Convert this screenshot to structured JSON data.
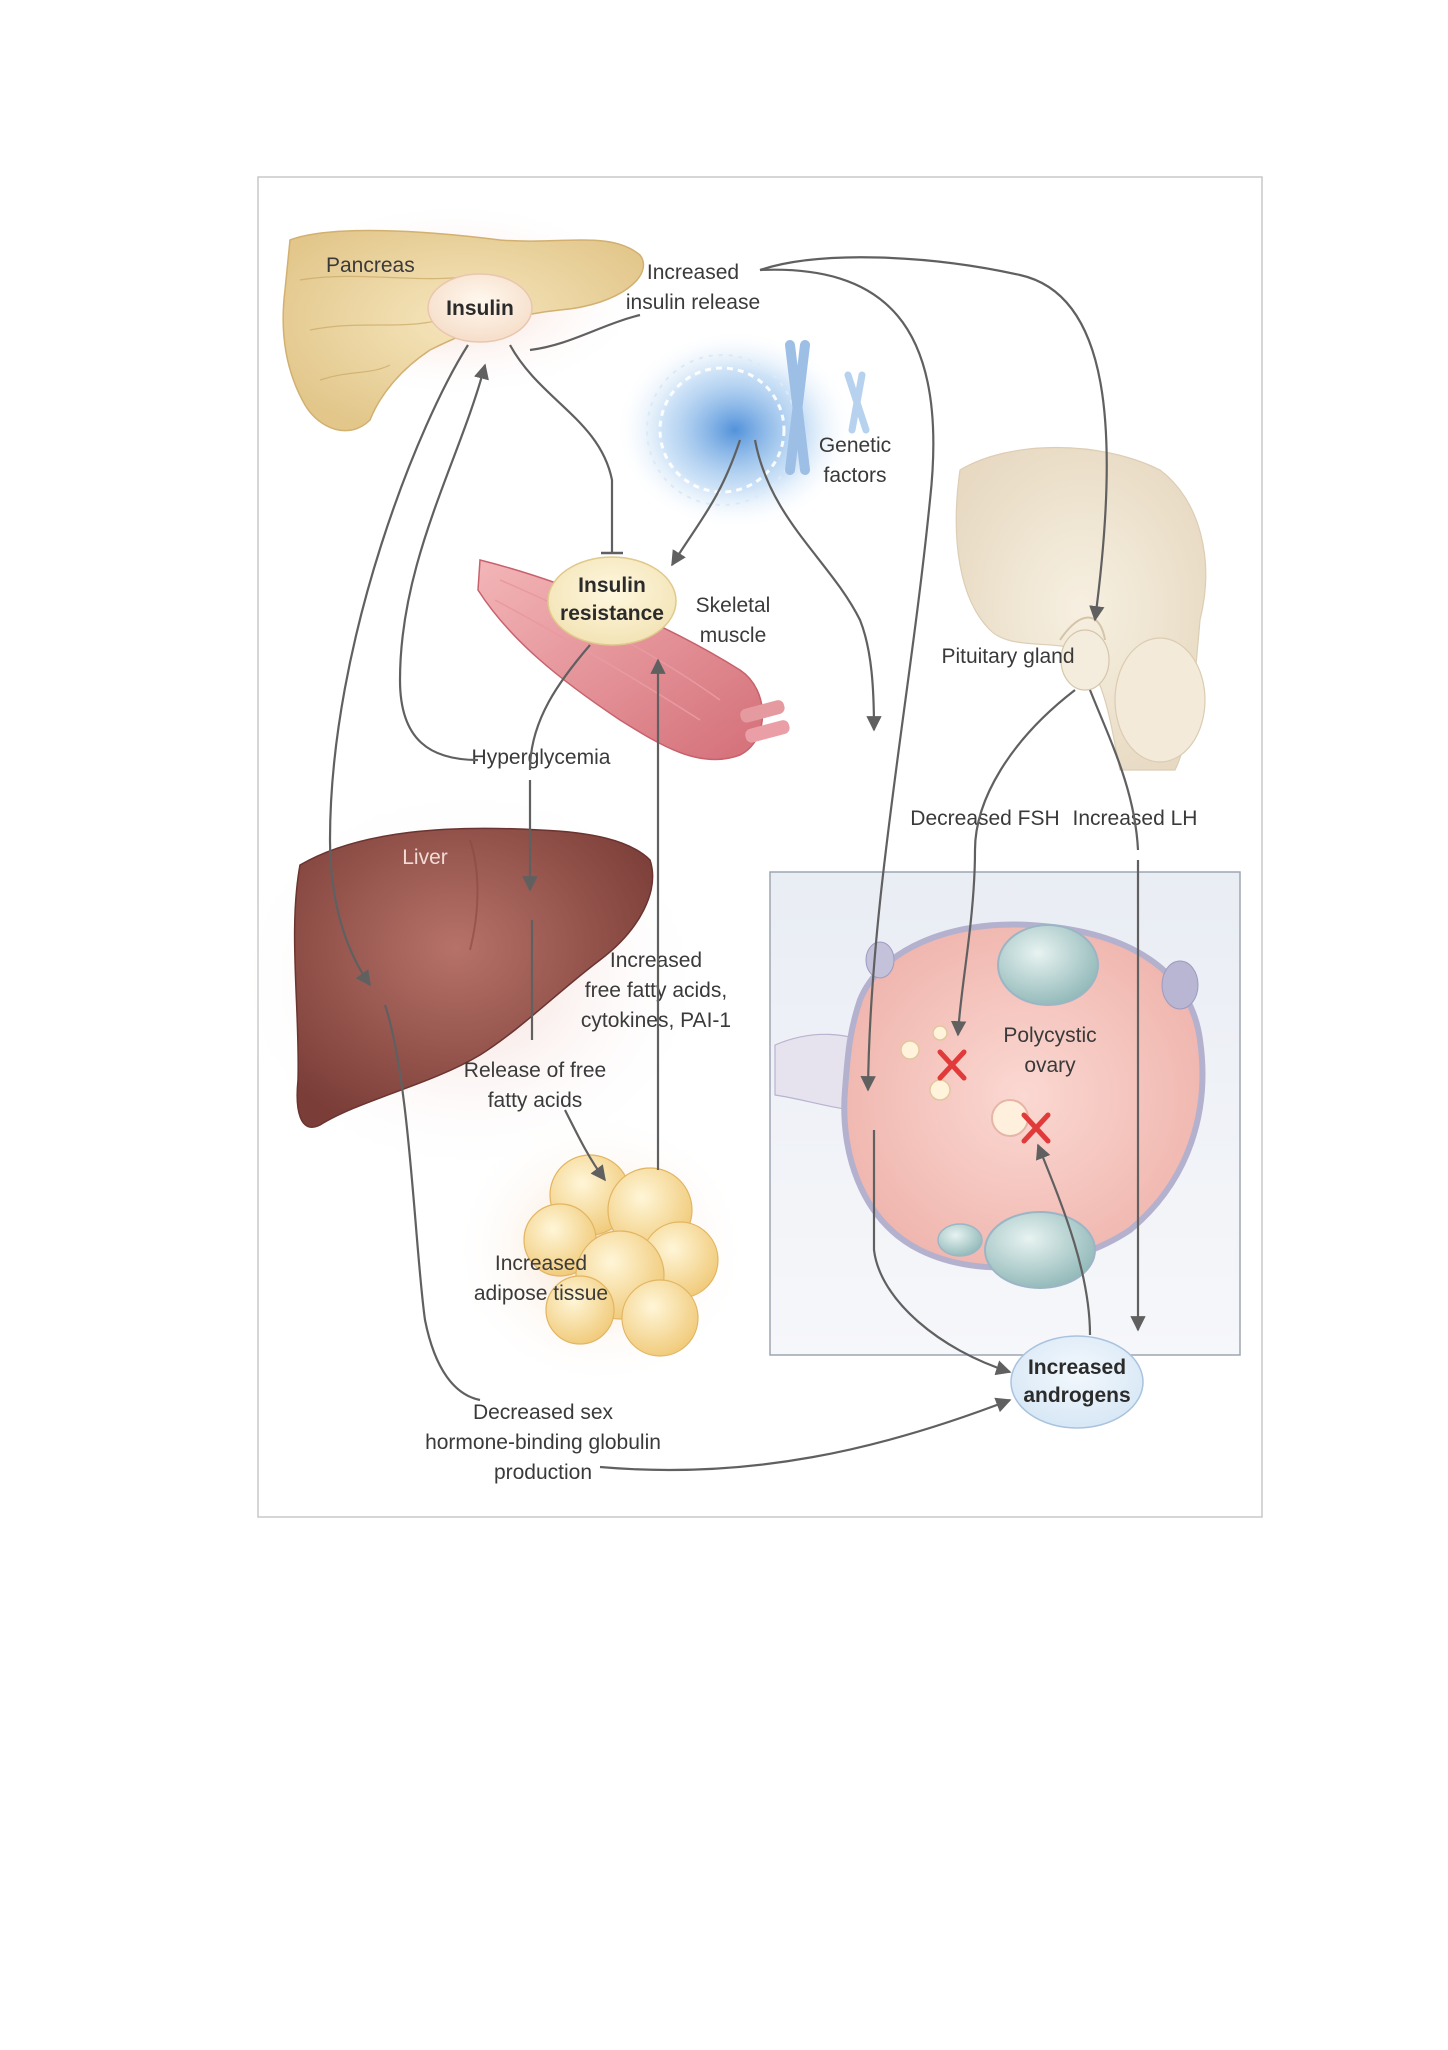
{
  "labels": {
    "pancreas": "Pancreas",
    "insulin": "Insulin",
    "increased_insulin_release_1": "Increased",
    "increased_insulin_release_2": "insulin release",
    "genetic_factors_1": "Genetic",
    "genetic_factors_2": "factors",
    "insulin_resistance_1": "Insulin",
    "insulin_resistance_2": "resistance",
    "skeletal_muscle_1": "Skeletal",
    "skeletal_muscle_2": "muscle",
    "pituitary_gland": "Pituitary gland",
    "hyperglycemia": "Hyperglycemia",
    "decreased_fsh": "Decreased FSH",
    "increased_lh": "Increased LH",
    "liver": "Liver",
    "ffa_cytokines_1": "Increased",
    "ffa_cytokines_2": "free fatty acids,",
    "ffa_cytokines_3": "cytokines, PAI-1",
    "polycystic_ovary_1": "Polycystic",
    "polycystic_ovary_2": "ovary",
    "release_ffa_1": "Release of free",
    "release_ffa_2": "fatty acids",
    "adipose_1": "Increased",
    "adipose_2": "adipose tissue",
    "increased_androgens_1": "Increased",
    "increased_androgens_2": "androgens",
    "shbg_1": "Decreased sex",
    "shbg_2": "hormone-binding globulin",
    "shbg_3": "production"
  },
  "colors": {
    "inhibition_mark": "#e03a3a",
    "arrow": "#606060"
  },
  "icons": {
    "blocked": "cross-mark-icon"
  }
}
